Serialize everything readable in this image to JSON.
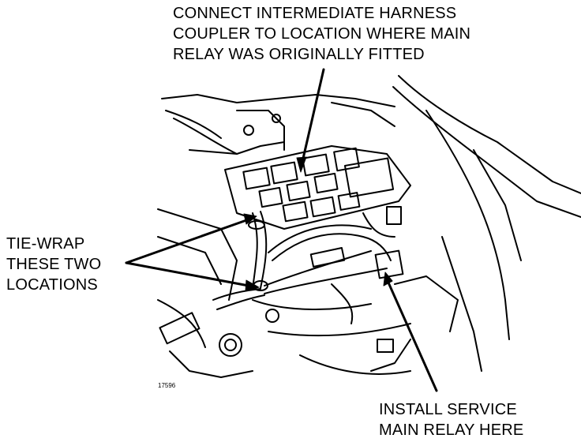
{
  "callouts": {
    "top": [
      "CONNECT INTERMEDIATE HARNESS",
      "COUPLER TO LOCATION WHERE MAIN",
      "RELAY WAS ORIGINALLY FITTED"
    ],
    "left": [
      "TIE-WRAP",
      "THESE TWO",
      "LOCATIONS"
    ],
    "bottom": [
      "INSTALL SERVICE",
      "MAIN RELAY HERE"
    ]
  },
  "figure_number": "17596",
  "colors": {
    "ink": "#000000",
    "paper": "#ffffff"
  }
}
